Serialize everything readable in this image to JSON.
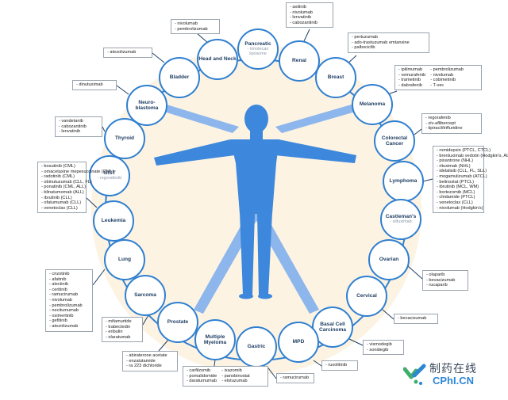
{
  "colors": {
    "ring": "#2f7fd0",
    "ring_line": "#2f7fd0",
    "halo": "#fdf3e3",
    "figure_main": "#3d88dc",
    "figure_light": "#8cb6ec",
    "connector": "#1f3e64",
    "label": "#1f3e64",
    "sublabel": "#8a98a8",
    "logo_green": "#3fae6d",
    "logo_blue": "#2c86d6"
  },
  "nodes": [
    {
      "id": "pancreatic",
      "label": "Pancreatic",
      "sub": "- irinotecan liposome"
    },
    {
      "id": "renal",
      "label": "Renal"
    },
    {
      "id": "breast",
      "label": "Breast"
    },
    {
      "id": "melanoma",
      "label": "Melanoma"
    },
    {
      "id": "colorectal",
      "label": "Colorectal Cancer"
    },
    {
      "id": "lymphoma",
      "label": "Lymphoma"
    },
    {
      "id": "castleman",
      "label": "Castleman's",
      "sub": "- siltuximab"
    },
    {
      "id": "ovarian",
      "label": "Ovarian"
    },
    {
      "id": "cervical",
      "label": "Cervical"
    },
    {
      "id": "basal",
      "label": "Basal Cell Carcinoma"
    },
    {
      "id": "mpd",
      "label": "MPD"
    },
    {
      "id": "gastric",
      "label": "Gastric"
    },
    {
      "id": "myeloma",
      "label": "Multiple Myeloma"
    },
    {
      "id": "prostate",
      "label": "Prostate"
    },
    {
      "id": "sarcoma",
      "label": "Sarcoma"
    },
    {
      "id": "lung",
      "label": "Lung"
    },
    {
      "id": "leukemia",
      "label": "Leukemia"
    },
    {
      "id": "gist",
      "label": "GIST",
      "sub": "- regorafenib"
    },
    {
      "id": "thyroid",
      "label": "Thyroid"
    },
    {
      "id": "neuroblastoma",
      "label": "Neuro- blastoma"
    },
    {
      "id": "bladder",
      "label": "Bladder"
    },
    {
      "id": "headneck",
      "label": "Head and Neck"
    }
  ],
  "drug_boxes": [
    {
      "id": "headneck",
      "items": [
        "nivolumab",
        "pembrolizumab"
      ]
    },
    {
      "id": "renal",
      "items": [
        "axitinib",
        "nivolumab",
        "lenvatinib",
        "cabozantinib"
      ]
    },
    {
      "id": "breast",
      "items": [
        "pertuzumab",
        "ado-trastuzumab emtansine",
        "palbociclib"
      ]
    },
    {
      "id": "melanoma",
      "columns": [
        [
          "ipilimumab",
          "vemurafenib",
          "trametinib",
          "dabrafenib"
        ],
        [
          "pembrolizumab",
          "nivolumab",
          "cobimetinib",
          "T-vec"
        ]
      ]
    },
    {
      "id": "colorectal",
      "items": [
        "regorafenib",
        "ziv-aflibercept",
        "tipiracil/trifluridine"
      ]
    },
    {
      "id": "lymphoma",
      "items": [
        "romidepsin (PTCL, CTCL)",
        "brentuximab vedotin (Hodgkin's, ALCL)",
        "pixantrone (NHL)",
        "rituximab (NHL)",
        "idelalisib (CLL, FL, SLL)",
        "mogamulizumab (ATCL)",
        "belinostat (PTCL)",
        "ibrutinib (MCL, WM)",
        "bortezomib (MCL)",
        "chidamide (PTCL)",
        "venetoclax (CLL)",
        "nivolumab (Hodgkin's)"
      ]
    },
    {
      "id": "ovarian",
      "items": [
        "olaparib",
        "bevacizumab",
        "rucaparib"
      ]
    },
    {
      "id": "cervical",
      "items": [
        "bevacizumab"
      ]
    },
    {
      "id": "basal",
      "items": [
        "vismodegib",
        "sonidegib"
      ]
    },
    {
      "id": "mpd",
      "items": [
        "ruxolitinib"
      ]
    },
    {
      "id": "gastric",
      "items": [
        "ramucirumab"
      ]
    },
    {
      "id": "myeloma",
      "columns": [
        [
          "carfilzomib",
          "pomalidomide",
          "daratumumab"
        ],
        [
          "ixazomib",
          "panobinostat",
          "elotuzumab"
        ]
      ]
    },
    {
      "id": "prostate",
      "items": [
        "abiraterone acetate",
        "enzalutamide",
        "ra 223 dichloride"
      ]
    },
    {
      "id": "sarcoma",
      "items": [
        "mifamurtide",
        "trabectedin",
        "eribulin",
        "olaratumab"
      ]
    },
    {
      "id": "lung",
      "items": [
        "crizotinib",
        "afatinib",
        "alectinib",
        "ceritinib",
        "ramucirumab",
        "nivolumab",
        "pembrolizumab",
        "necitumumab",
        "osimertinib",
        "gefitinib",
        "atezolizumab"
      ]
    },
    {
      "id": "leukemia",
      "items": [
        "bosutinib (CML)",
        "omacetaxine mepesuccinate (CML)",
        "radotinib (CML)",
        "obinutuzumab (CLL, FL)",
        "ponatinib (CML, ALL)",
        "blinatumomab (ALL)",
        "ibrutinib (CLL)",
        "ofatumumab (CLL)",
        "venetoclax (CLL)"
      ]
    },
    {
      "id": "thyroid",
      "items": [
        "vandetanib",
        "cabozantinib",
        "lenvatinib"
      ]
    },
    {
      "id": "neuroblastoma",
      "items": [
        "dinutuximab"
      ]
    },
    {
      "id": "bladder",
      "items": [
        "atezolizumab"
      ]
    }
  ],
  "logo": {
    "cn": "制药在线",
    "en": "CPhI.CN"
  }
}
